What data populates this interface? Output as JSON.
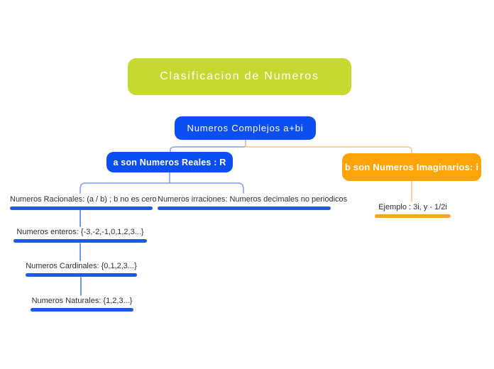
{
  "colors": {
    "root_bg": "#c5d930",
    "blue_node": "#0d4ef2",
    "orange_node": "#ffa408",
    "blue_bar": "#1d56ea",
    "orange_bar": "#ffa41e",
    "blue_branch": "#7f9ce8",
    "blue_chain": "#4a74e8",
    "orange_branch": "#ffc07a",
    "leaf_text": "#2e2e2e",
    "node_text": "#ffffff"
  },
  "map": {
    "root": {
      "label": "Clasificacion de Numeros"
    },
    "complejos": {
      "label": "Numeros Complejos a+bi"
    },
    "reales": {
      "label": "a son Numeros Reales : R"
    },
    "imaginarios": {
      "label": "b son Numeros Imaginarios: i"
    },
    "racionales": {
      "label": "Numeros Racionales: (a / b) ; b no es cero"
    },
    "irracionales": {
      "label": "Numeros irraciones: Numeros decimales no periodicos"
    },
    "ejemplo": {
      "label": "Ejemplo : 3i, y - 1/2i"
    },
    "enteros": {
      "label": "Numeros enteros: {-3,-2,-1,0,1,2,3...}"
    },
    "cardinales": {
      "label": "Numeros Cardinales: {0,1,2,3...}"
    },
    "naturales": {
      "label": "Numeros Naturales: {1,2,3...}"
    }
  }
}
